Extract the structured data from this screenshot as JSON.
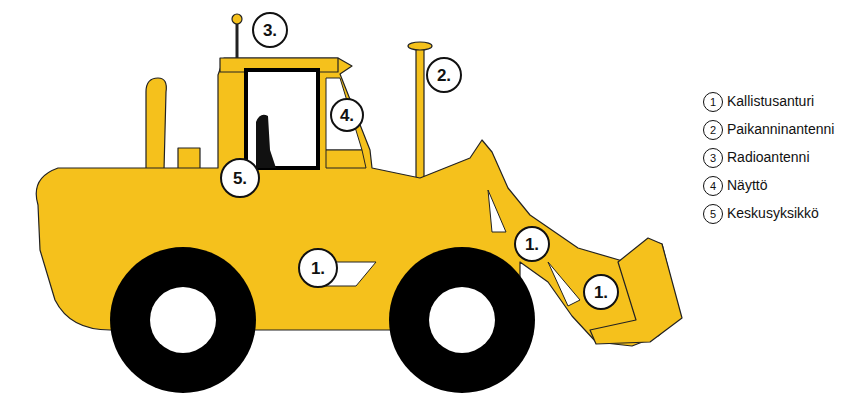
{
  "diagram": {
    "nodes": [
      {
        "text": [
          "3."
        ]
      },
      {
        "text": [
          "2."
        ]
      },
      {
        "text": [
          "4."
        ]
      },
      {
        "text": [
          "5."
        ]
      },
      {
        "text": [
          "1."
        ]
      },
      {
        "text": [
          "1."
        ]
      },
      {
        "text": [
          "1."
        ]
      },
      {
        "text": [
          "1"
        ]
      },
      {
        "text": [
          "2"
        ]
      },
      {
        "text": [
          "3"
        ]
      },
      {
        "text": [
          "4"
        ]
      },
      {
        "text": [
          "5"
        ]
      }
    ],
    "legend": [
      {
        "text": "Kallistusanturi"
      },
      {
        "text": "Paikanninantenni"
      },
      {
        "text": "Radioantenni"
      },
      {
        "text": "Näyttö"
      },
      {
        "text": "Keskusyksikkö"
      }
    ]
  }
}
